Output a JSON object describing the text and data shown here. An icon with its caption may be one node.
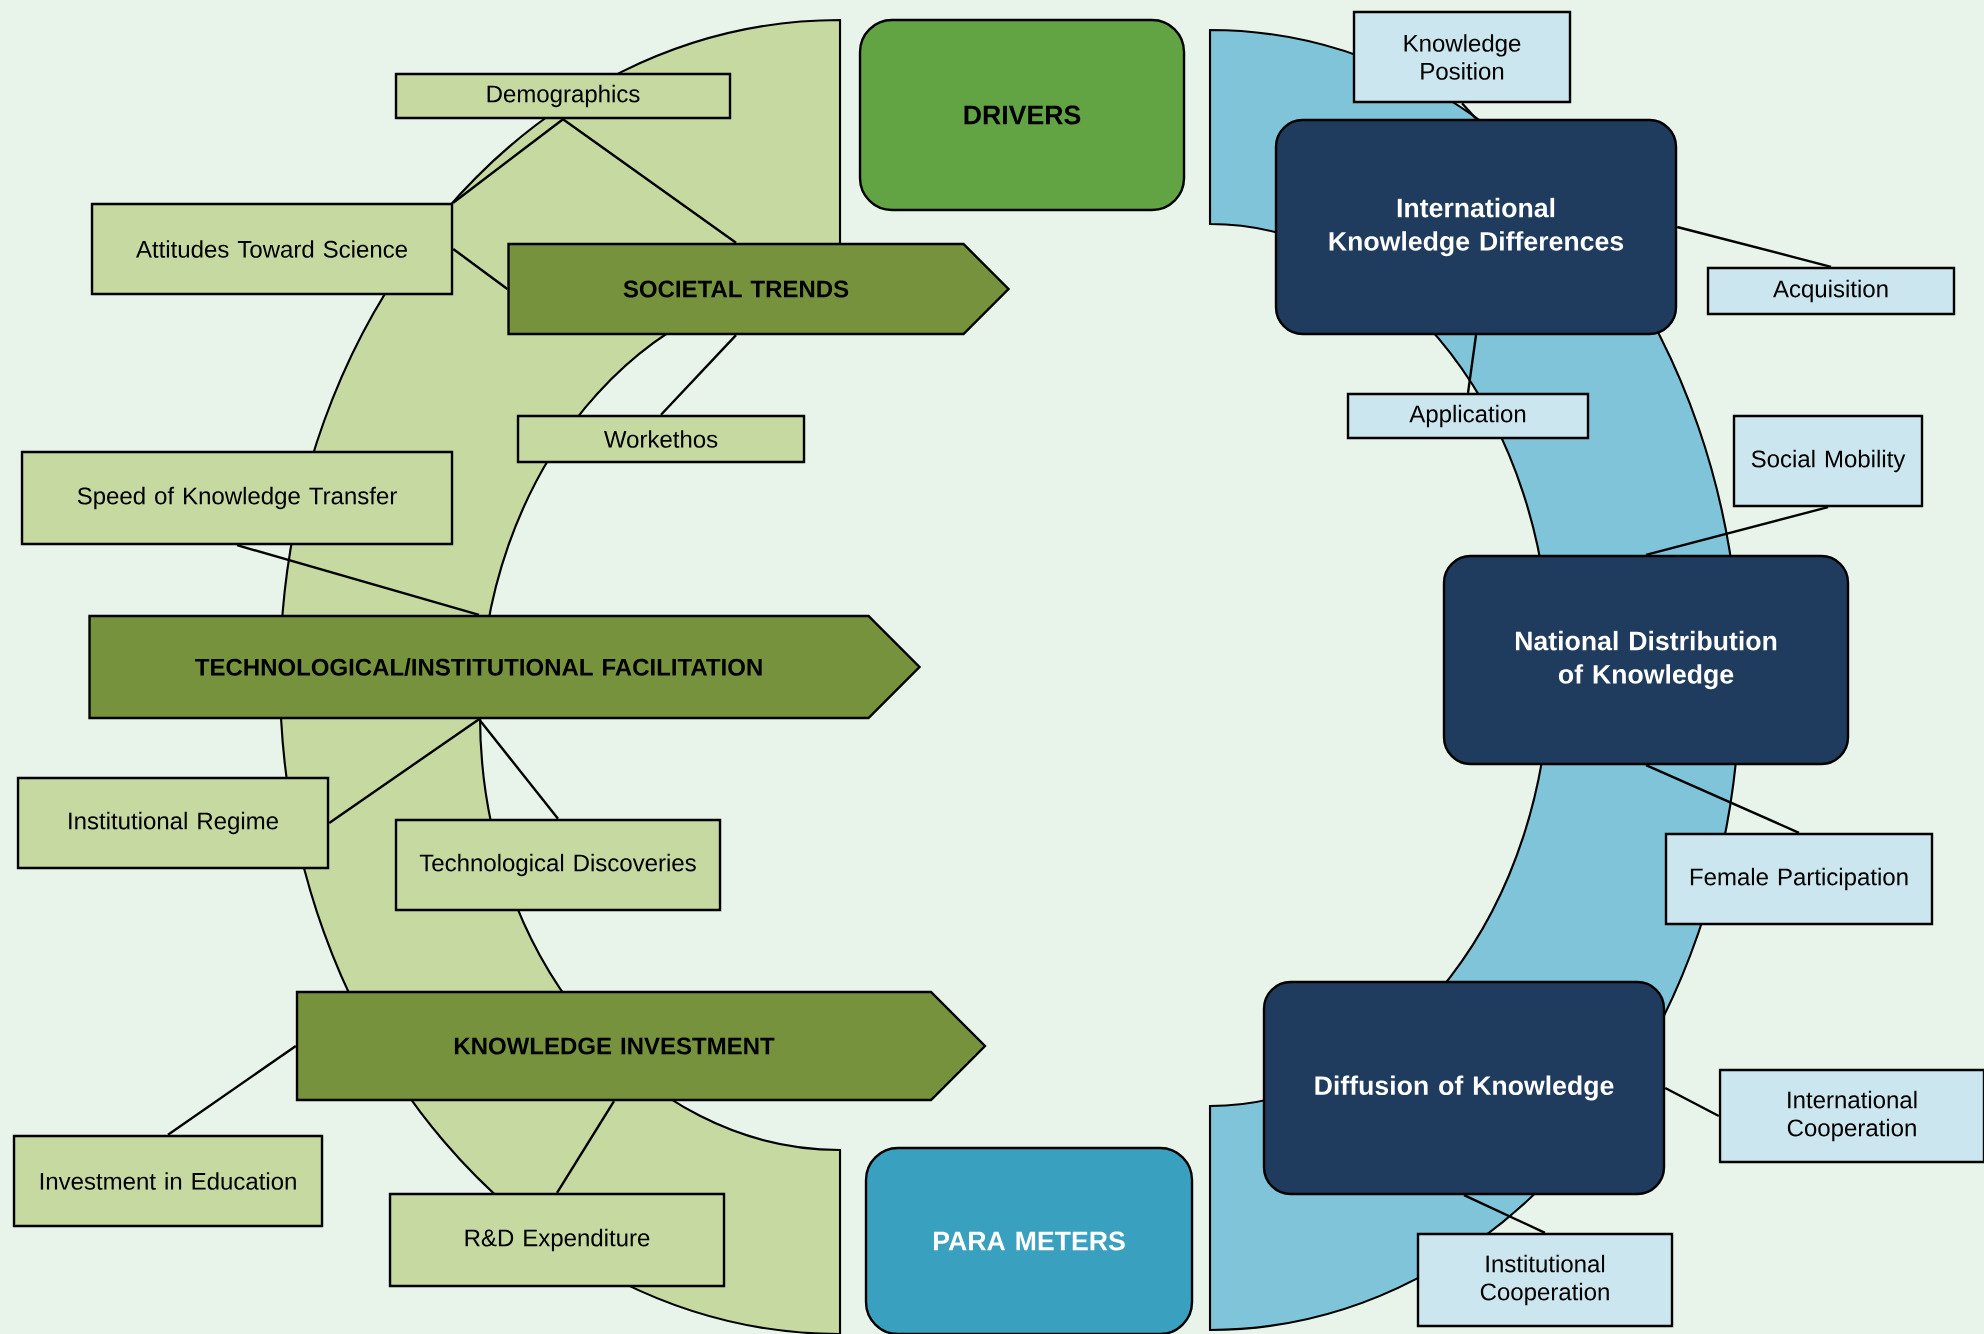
{
  "diagram": {
    "nodes": [
      {
        "text": [
          "DRIVERS"
        ]
      },
      {
        "text": [
          "PARA METERS"
        ]
      },
      {
        "text": [
          "SOCIETAL TRENDS"
        ]
      },
      {
        "text": [
          "Demographics"
        ]
      },
      {
        "text": [
          "Attitudes Toward Science"
        ]
      },
      {
        "text": [
          "Workethos"
        ]
      },
      {
        "text": [
          "TECHNOLOGICAL/INSTITUTIONAL FACILITATION"
        ]
      },
      {
        "text": [
          "Speed of Knowledge Transfer"
        ]
      },
      {
        "text": [
          "Institutional Regime"
        ]
      },
      {
        "text": [
          "Technological Discoveries"
        ]
      },
      {
        "text": [
          "KNOWLEDGE INVESTMENT"
        ]
      },
      {
        "text": [
          "Investment in Education"
        ]
      },
      {
        "text": [
          "R&D Expenditure"
        ]
      },
      {
        "text": [
          "International Knowledge Differences"
        ]
      },
      {
        "text": [
          "Knowledge Position"
        ]
      },
      {
        "text": [
          "Acquisition"
        ]
      },
      {
        "text": [
          "Application"
        ]
      },
      {
        "text": [
          "Social Mobility"
        ]
      },
      {
        "text": [
          "National Distribution of Knowledge"
        ]
      },
      {
        "text": [
          "Female Participation"
        ]
      },
      {
        "text": [
          "Diffusion of Knowledge"
        ]
      },
      {
        "text": [
          "International Cooperation"
        ]
      },
      {
        "text": [
          "Institutional Cooperation"
        ]
      }
    ],
    "edges": [
      {
        "from": 3,
        "to": 4,
        "arrow": "none"
      },
      {
        "from": 3,
        "to": 2,
        "arrow": "none"
      },
      {
        "from": 4,
        "to": 2,
        "arrow": "none"
      },
      {
        "from": 5,
        "to": 2,
        "arrow": "none"
      },
      {
        "from": 7,
        "to": 6,
        "arrow": "none"
      },
      {
        "from": 8,
        "to": 6,
        "arrow": "none"
      },
      {
        "from": 9,
        "to": 6,
        "arrow": "none"
      },
      {
        "from": 11,
        "to": 10,
        "arrow": "none"
      },
      {
        "from": 12,
        "to": 10,
        "arrow": "none"
      },
      {
        "from": 14,
        "to": 13,
        "arrow": "none"
      },
      {
        "from": 15,
        "to": 13,
        "arrow": "none"
      },
      {
        "from": 16,
        "to": 13,
        "arrow": "none"
      },
      {
        "from": 17,
        "to": 18,
        "arrow": "none"
      },
      {
        "from": 19,
        "to": 18,
        "arrow": "none"
      },
      {
        "from": 21,
        "to": 20,
        "arrow": "none"
      },
      {
        "from": 22,
        "to": 20,
        "arrow": "none"
      }
    ]
  }
}
